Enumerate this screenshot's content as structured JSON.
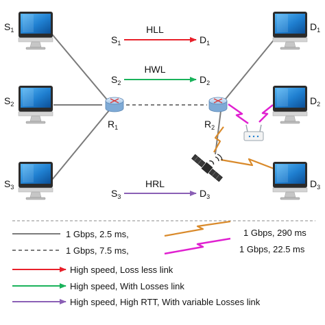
{
  "nodes": {
    "sources": [
      {
        "id": "s1",
        "name": "S",
        "sub": "1"
      },
      {
        "id": "s2",
        "name": "S",
        "sub": "2"
      },
      {
        "id": "s3",
        "name": "S",
        "sub": "3"
      }
    ],
    "destinations": [
      {
        "id": "d1",
        "name": "D",
        "sub": "1"
      },
      {
        "id": "d2",
        "name": "D",
        "sub": "2"
      },
      {
        "id": "d3",
        "name": "D",
        "sub": "3"
      }
    ],
    "routers": [
      {
        "id": "r1",
        "name": "R",
        "sub": "1"
      },
      {
        "id": "r2",
        "name": "R",
        "sub": "2"
      }
    ]
  },
  "flows": [
    {
      "id": "hll",
      "label": "HLL",
      "src": "S",
      "src_sub": "1",
      "dst": "D",
      "dst_sub": "1",
      "color": "#e8202a"
    },
    {
      "id": "hwl",
      "label": "HWL",
      "src": "S",
      "src_sub": "2",
      "dst": "D",
      "dst_sub": "2",
      "color": "#19b25a"
    },
    {
      "id": "hrl",
      "label": "HRL",
      "src": "S",
      "src_sub": "3",
      "dst": "D",
      "dst_sub": "3",
      "color": "#8a5fb5"
    }
  ],
  "legend": {
    "solid_line": "1 Gbps, 2.5 ms,",
    "dashed_line": "1 Gbps, 7.5 ms,",
    "orange_link": "1 Gbps, 290 ms",
    "magenta_link": "1 Gbps, 22.5 ms",
    "red_arrow": "High speed, Loss less link",
    "green_arrow": "High speed, With Losses link",
    "purple_arrow": "High speed, High RTT, With variable Losses link"
  },
  "colors": {
    "wire": "#7a7a7a",
    "satellite_link": "#d98a2b",
    "wireless_link": "#e020d0",
    "red": "#e8202a",
    "green": "#19b25a",
    "purple": "#8a5fb5",
    "router": "#bcd6ee",
    "screen": "#1f7fd0"
  },
  "icons": [
    "computer-icon",
    "router-icon",
    "satellite-icon",
    "wifi-access-point-icon"
  ]
}
